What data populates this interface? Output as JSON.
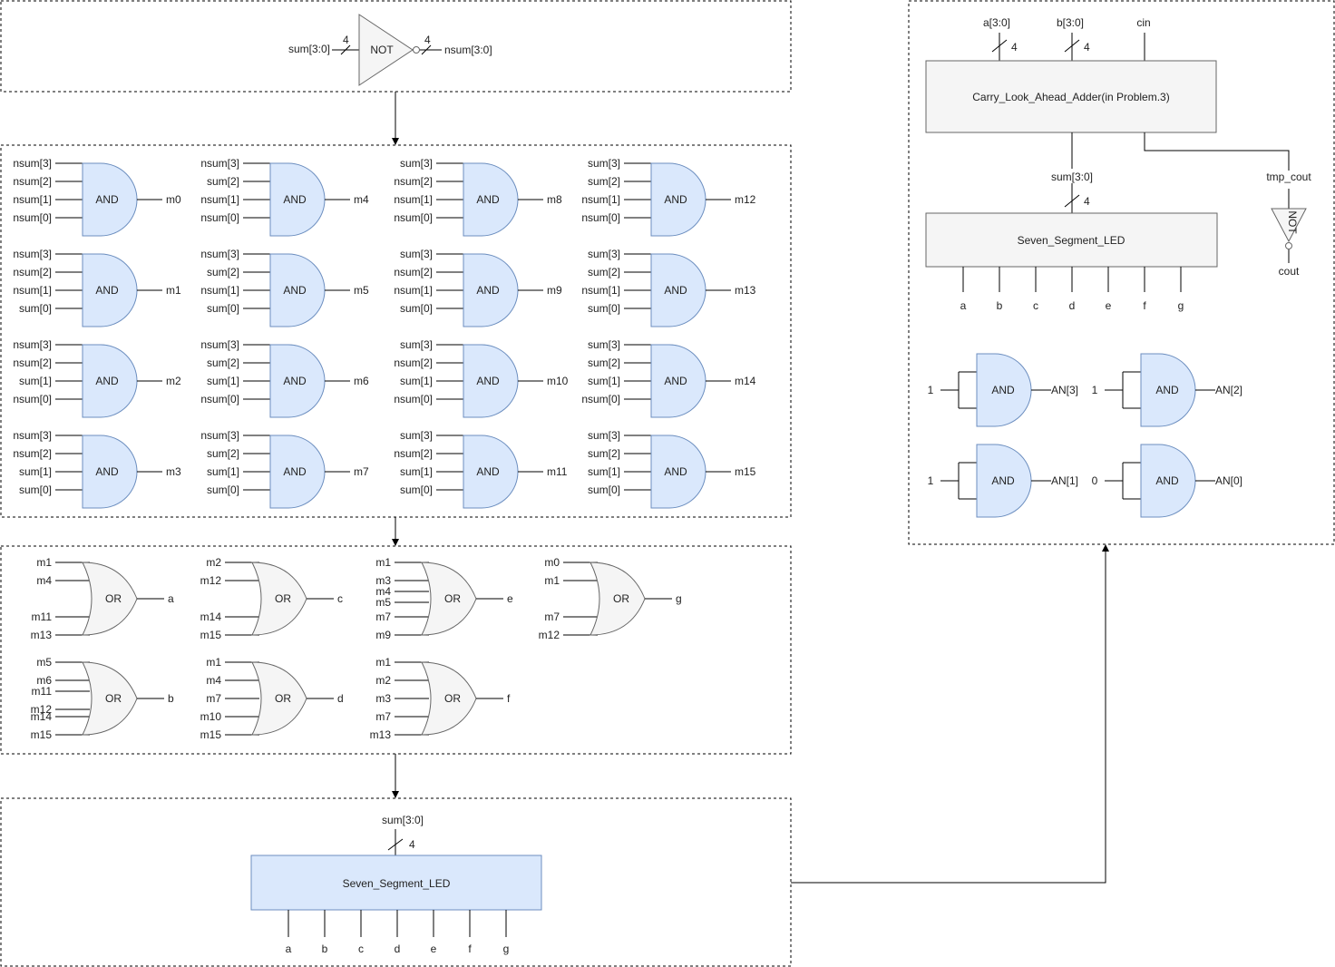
{
  "not_block": {
    "input": "sum[3:0]",
    "gate": "NOT",
    "output": "nsum[3:0]",
    "width_in": "4",
    "width_out": "4"
  },
  "and_array": {
    "gate_label": "AND",
    "columns": [
      [
        {
          "inputs": [
            "nsum[3]",
            "nsum[2]",
            "nsum[1]",
            "nsum[0]"
          ],
          "output": "m0"
        },
        {
          "inputs": [
            "nsum[3]",
            "nsum[2]",
            "nsum[1]",
            "sum[0]"
          ],
          "output": "m1"
        },
        {
          "inputs": [
            "nsum[3]",
            "nsum[2]",
            "sum[1]",
            "nsum[0]"
          ],
          "output": "m2"
        },
        {
          "inputs": [
            "nsum[3]",
            "nsum[2]",
            "sum[1]",
            "sum[0]"
          ],
          "output": "m3"
        }
      ],
      [
        {
          "inputs": [
            "nsum[3]",
            "sum[2]",
            "nsum[1]",
            "nsum[0]"
          ],
          "output": "m4"
        },
        {
          "inputs": [
            "nsum[3]",
            "sum[2]",
            "nsum[1]",
            "sum[0]"
          ],
          "output": "m5"
        },
        {
          "inputs": [
            "nsum[3]",
            "sum[2]",
            "sum[1]",
            "nsum[0]"
          ],
          "output": "m6"
        },
        {
          "inputs": [
            "nsum[3]",
            "sum[2]",
            "sum[1]",
            "sum[0]"
          ],
          "output": "m7"
        }
      ],
      [
        {
          "inputs": [
            "sum[3]",
            "nsum[2]",
            "nsum[1]",
            "nsum[0]"
          ],
          "output": "m8"
        },
        {
          "inputs": [
            "sum[3]",
            "nsum[2]",
            "nsum[1]",
            "sum[0]"
          ],
          "output": "m9"
        },
        {
          "inputs": [
            "sum[3]",
            "nsum[2]",
            "sum[1]",
            "nsum[0]"
          ],
          "output": "m10"
        },
        {
          "inputs": [
            "sum[3]",
            "nsum[2]",
            "sum[1]",
            "sum[0]"
          ],
          "output": "m11"
        }
      ],
      [
        {
          "inputs": [
            "sum[3]",
            "sum[2]",
            "nsum[1]",
            "nsum[0]"
          ],
          "output": "m12"
        },
        {
          "inputs": [
            "sum[3]",
            "sum[2]",
            "nsum[1]",
            "sum[0]"
          ],
          "output": "m13"
        },
        {
          "inputs": [
            "sum[3]",
            "sum[2]",
            "sum[1]",
            "nsum[0]"
          ],
          "output": "m14"
        },
        {
          "inputs": [
            "sum[3]",
            "sum[2]",
            "sum[1]",
            "sum[0]"
          ],
          "output": "m15"
        }
      ]
    ]
  },
  "or_array": {
    "gate_label": "OR",
    "gates": [
      {
        "inputs": [
          "m1",
          "m4",
          "m11",
          "m13"
        ],
        "output": "a"
      },
      {
        "inputs": [
          "m2",
          "m12",
          "m14",
          "m15"
        ],
        "output": "c"
      },
      {
        "inputs": [
          "m1",
          "m3",
          "m4",
          "m5",
          "m7",
          "m9"
        ],
        "output": "e"
      },
      {
        "inputs": [
          "m0",
          "m1",
          "m7",
          "m12"
        ],
        "output": "g"
      },
      {
        "inputs": [
          "m5",
          "m6",
          "m11",
          "m12",
          "m14",
          "m15"
        ],
        "output": "b"
      },
      {
        "inputs": [
          "m1",
          "m4",
          "m7",
          "m10",
          "m15"
        ],
        "output": "d"
      },
      {
        "inputs": [
          "m1",
          "m2",
          "m3",
          "m7",
          "m13"
        ],
        "output": "f"
      }
    ]
  },
  "seg_block": {
    "input": "sum[3:0]",
    "width": "4",
    "label": "Seven_Segment_LED",
    "outputs": [
      "a",
      "b",
      "c",
      "d",
      "e",
      "f",
      "g"
    ]
  },
  "top_level": {
    "inputs": [
      "a[3:0]",
      "b[3:0]",
      "cin"
    ],
    "input_widths": [
      "4",
      "4"
    ],
    "adder_label": "Carry_Look_Ahead_Adder(in Problem.3)",
    "sum_label": "sum[3:0]",
    "sum_width": "4",
    "seg_label": "Seven_Segment_LED",
    "seg_outputs": [
      "a",
      "b",
      "c",
      "d",
      "e",
      "f",
      "g"
    ],
    "tmp_cout_label": "tmp_cout",
    "not_label": "NOT",
    "cout_label": "cout",
    "an_gates": [
      {
        "input": "1",
        "output": "AN[3]"
      },
      {
        "input": "1",
        "output": "AN[2]"
      },
      {
        "input": "1",
        "output": "AN[1]"
      },
      {
        "input": "0",
        "output": "AN[0]"
      }
    ],
    "and_label": "AND"
  },
  "colors": {
    "and_fill": "#dae8fc",
    "and_stroke": "#6c8ebf",
    "or_fill": "#f5f5f5",
    "or_stroke": "#666666",
    "box_fill": "#f5f5f5",
    "seg_fill": "#dae8fc"
  }
}
